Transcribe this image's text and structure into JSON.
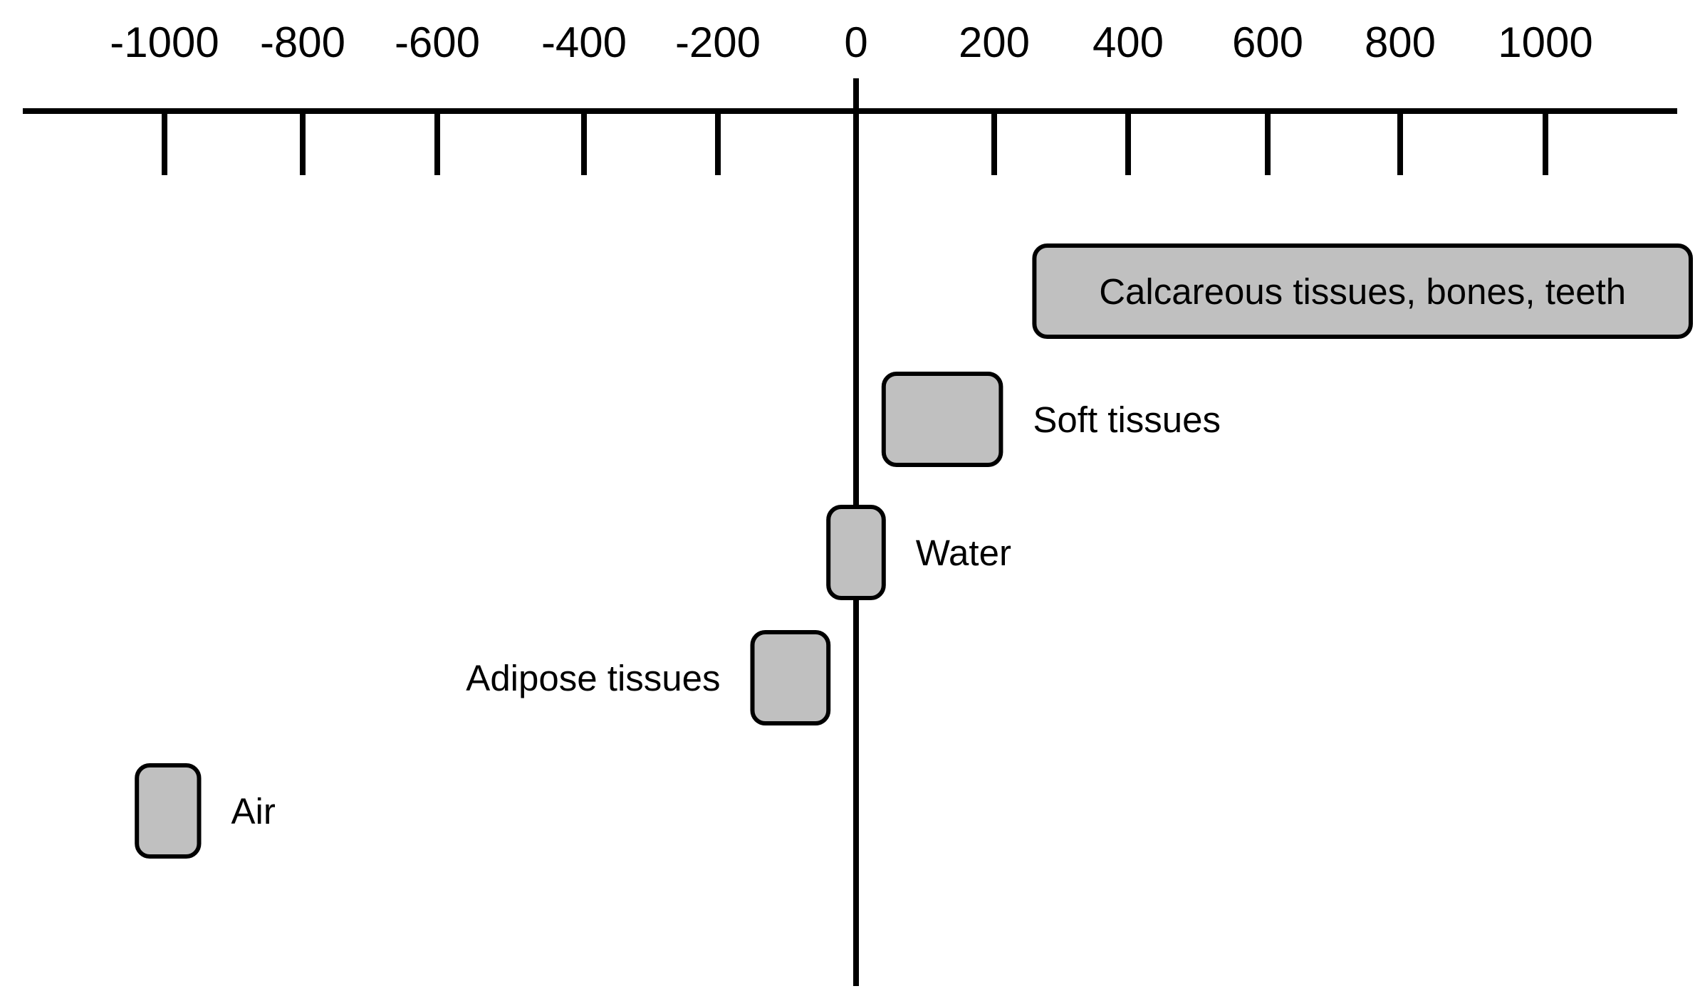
{
  "chart_data": {
    "type": "range",
    "title": "",
    "xlabel": "",
    "ylabel": "",
    "xlim": [
      -1200,
      1200
    ],
    "ticks": [
      {
        "value": -1000,
        "label": "-1000"
      },
      {
        "value": -800,
        "label": "-800"
      },
      {
        "value": -600,
        "label": "-600"
      },
      {
        "value": -400,
        "label": "-400"
      },
      {
        "value": -200,
        "label": "-200"
      },
      {
        "value": 0,
        "label": "0"
      },
      {
        "value": 200,
        "label": "200"
      },
      {
        "value": 400,
        "label": "400"
      },
      {
        "value": 600,
        "label": "600"
      },
      {
        "value": 800,
        "label": "800"
      },
      {
        "value": 1000,
        "label": "1000"
      }
    ],
    "ranges": [
      {
        "label": "Calcareous tissues, bones, teeth",
        "min": 260,
        "max": 1200,
        "label_position": "inside"
      },
      {
        "label": "Soft tissues",
        "min": 40,
        "max": 210,
        "label_position": "right"
      },
      {
        "label": "Water",
        "min": -40,
        "max": 40,
        "label_position": "right"
      },
      {
        "label": "Adipose tissues",
        "min": -150,
        "max": -40,
        "label_position": "left"
      },
      {
        "label": "Air",
        "min": -1040,
        "max": -950,
        "label_position": "right"
      }
    ],
    "colors": {
      "fill": "#c0c0c0",
      "stroke": "#000000"
    }
  }
}
